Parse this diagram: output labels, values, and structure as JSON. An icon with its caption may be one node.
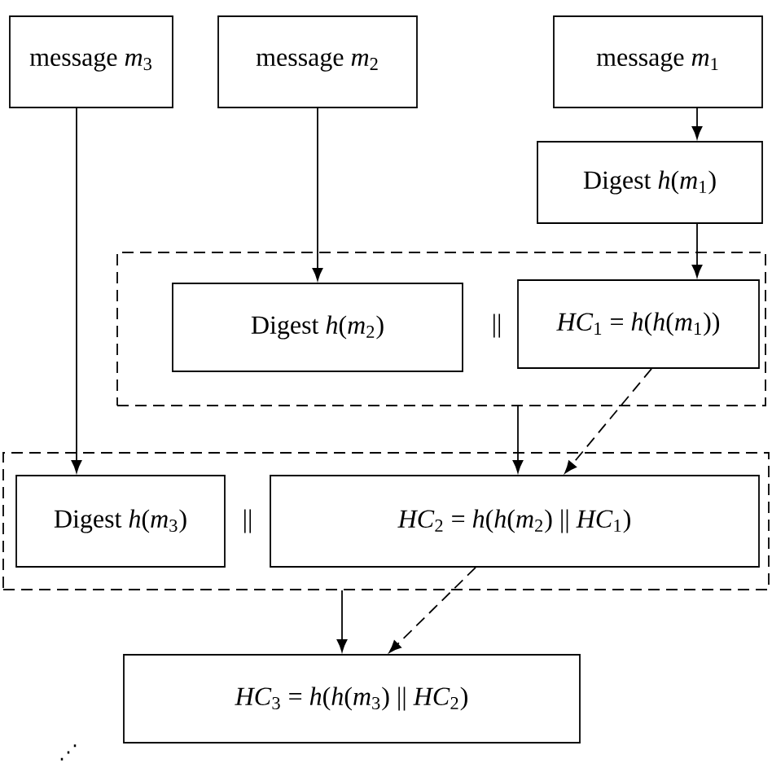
{
  "diagram": {
    "nodes": [
      {
        "text": [
          "message *m*$_{3}$"
        ]
      },
      {
        "text": [
          "message *m*$_{2}$"
        ]
      },
      {
        "text": [
          "message *m*$_{1}$"
        ]
      },
      {
        "text": [
          "Digest *h*(*m*$_{1}$)"
        ]
      },
      {
        "text": [],
        "shape": "box"
      },
      {
        "text": [
          "Digest *h*(*m*$_{2}$)"
        ],
        "in": 4
      },
      {
        "text": [
          "*HC*$_{1}$ = *h*(*h*(*m*$_{1}$))"
        ],
        "in": 4
      },
      {
        "text": [],
        "shape": "box"
      },
      {
        "text": [
          "Digest *h*(*m*$_{3}$)"
        ],
        "in": 7
      },
      {
        "text": [
          "*HC*$_{2}$ = *h*(*h*(*m*$_{2}$) || *HC*$_{1}$)"
        ],
        "in": 7
      },
      {
        "text": [
          "*HC*$_{3}$ = *h*(*h*(*m*$_{3}$) || *HC*$_{2}$)"
        ]
      }
    ],
    "edges": [
      {
        "from": 0,
        "to": 8,
        "arrow": "to"
      },
      {
        "from": 1,
        "to": 5,
        "arrow": "to"
      },
      {
        "from": 2,
        "to": 3,
        "arrow": "to"
      },
      {
        "from": 3,
        "to": 6,
        "arrow": "to"
      },
      {
        "from": 4,
        "to": 9,
        "arrow": "to"
      },
      {
        "from": 6,
        "to": 9,
        "arrow": "to",
        "style": "dashed"
      },
      {
        "from": 7,
        "to": 10,
        "arrow": "to"
      },
      {
        "from": 9,
        "to": 10,
        "arrow": "to",
        "style": "dashed"
      }
    ],
    "labels": [
      "||",
      "||",
      "⋰"
    ]
  }
}
